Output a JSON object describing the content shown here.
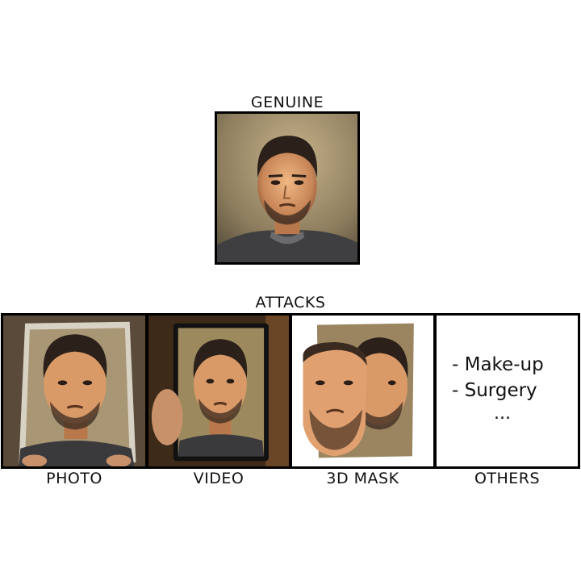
{
  "genuine": {
    "label": "GENUINE"
  },
  "attacks": {
    "label": "ATTACKS",
    "panels": [
      {
        "label": "PHOTO"
      },
      {
        "label": "VIDEO"
      },
      {
        "label": "3D MASK"
      },
      {
        "label": "OTHERS"
      }
    ],
    "others_items": [
      "- Make-up",
      "- Surgery"
    ],
    "others_ellipsis": "..."
  }
}
